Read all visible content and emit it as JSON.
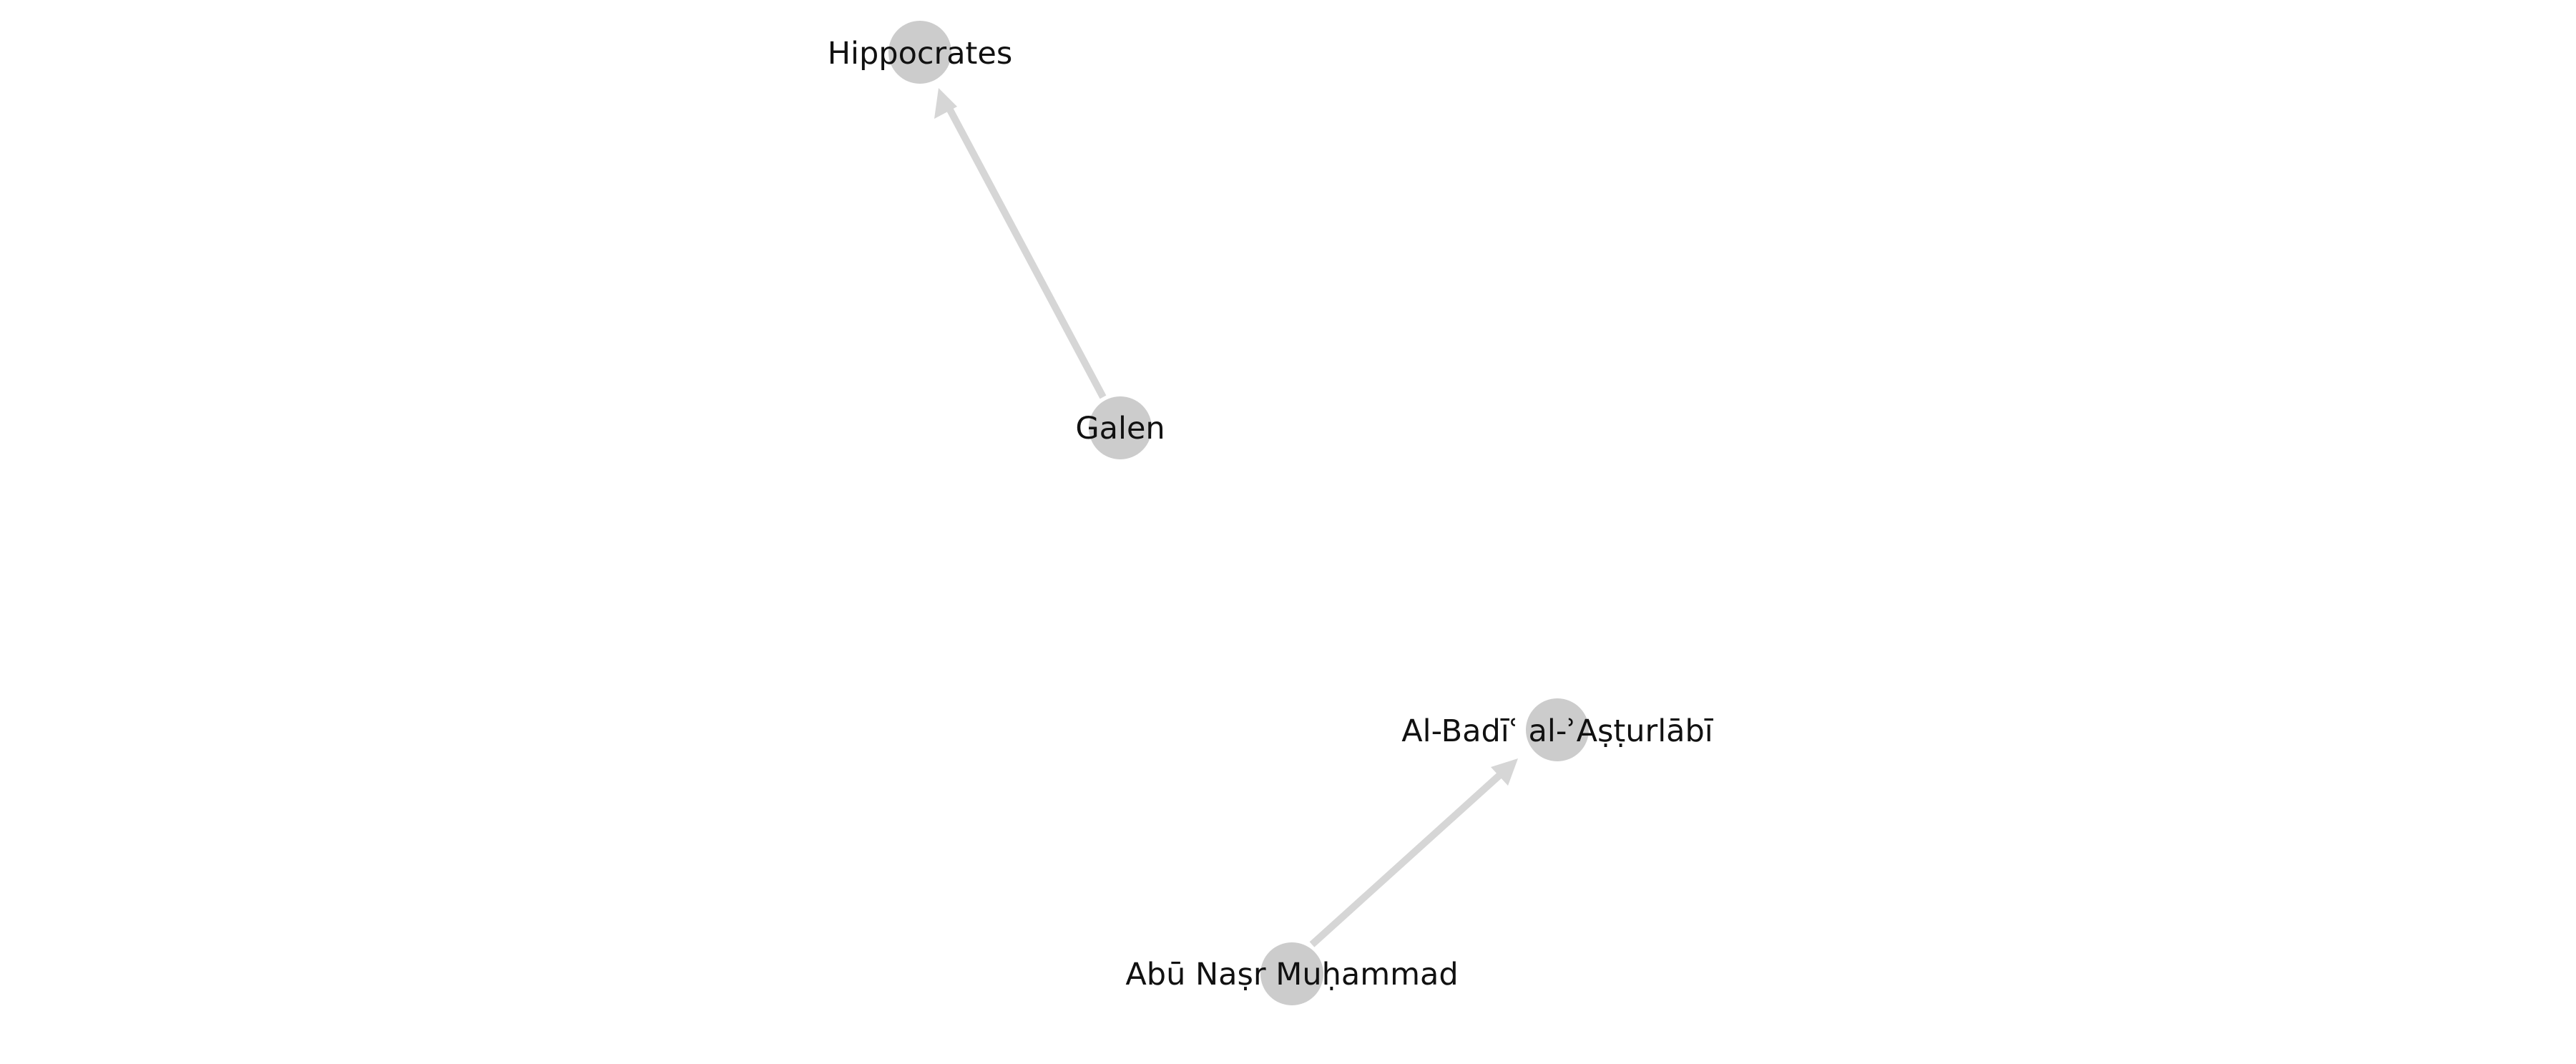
{
  "graph": {
    "nodes": [
      {
        "id": "hippocrates",
        "label": "Hippocrates"
      },
      {
        "id": "galen",
        "label": "Galen"
      },
      {
        "id": "al_badi",
        "label": "Al-Badīʿ al-ʾAṣṭurlābī"
      },
      {
        "id": "abu_nasr",
        "label": "Abū Naṣr Muḥammad"
      }
    ],
    "edges": [
      {
        "from": "galen",
        "to": "hippocrates"
      },
      {
        "from": "abu_nasr",
        "to": "al_badi"
      }
    ],
    "colors": {
      "node": "#cccccc",
      "edge": "#d6d6d6",
      "label": "#111111",
      "background": "#ffffff"
    }
  }
}
